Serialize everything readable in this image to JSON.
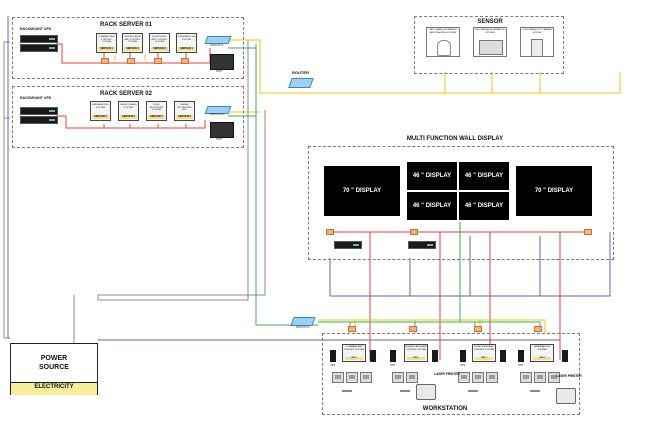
{
  "rack1": {
    "title": "RACK SERVER 01",
    "ups_label": "RACKMOUNT UPS",
    "servers": [
      {
        "desc": "COMMAND AND CONTROL SYSTEM",
        "tag": "SERVER 1"
      },
      {
        "desc": "SURVEILLANCE AND CONTROL SYSTEM",
        "tag": "SERVER 2"
      },
      {
        "desc": "MONITORING AND CONTROL SYSTEM",
        "tag": "SERVER 3"
      },
      {
        "desc": "INTEGRATED GIS SYSTEM",
        "tag": "SERVER 4"
      }
    ],
    "switch_label": "SWITCH 01",
    "monitor_label": "KVM"
  },
  "rack2": {
    "title": "RACK SERVER 02",
    "ups_label": "RACKMOUNT UPS",
    "servers": [
      {
        "desc": "DATA ANALYSIS SYSTEM",
        "tag": "SERVER 5"
      },
      {
        "desc": "DATA STORAGE SYSTEM",
        "tag": "SERVER 6"
      },
      {
        "desc": "VIDEO RECORDING SYSTEM",
        "tag": "SERVER 7"
      },
      {
        "desc": "RADAR PROCESSING UNIT",
        "tag": "SERVER 8"
      }
    ],
    "switch_label": "SWITCH 02",
    "monitor_label": "KVM"
  },
  "router_label": "ROUTER",
  "sensor": {
    "title": "SENSOR",
    "items": [
      {
        "desc": "FAST SEARCH SCANNING AND TRACKING SYSTEM"
      },
      {
        "desc": "MULTIMEDIA INFORMATION SYSTEM"
      },
      {
        "desc": "LONG RANGE PTZ CAMERA SYSTEM"
      }
    ]
  },
  "wall": {
    "title": "MULTI FUNCTION WALL DISPLAY",
    "left_display": "70 \" DISPLAY",
    "right_display": "70 \" DISPLAY",
    "grid": [
      "46 \" DISPLAY",
      "46 \" DISPLAY",
      "46 \" DISPLAY",
      "46 \" DISPLAY"
    ]
  },
  "switch3_label": "SWITCH 03",
  "power": {
    "title_line1": "POWER",
    "title_line2": "SOURCE",
    "footer": "ELECTRICITY"
  },
  "workstation": {
    "title": "WORKSTATION",
    "stations": [
      {
        "desc": "COMMAND AND CONTROL SYSTEM",
        "tag": "WS 1"
      },
      {
        "desc": "SURVEILLANCE AND CONTROL SYSTEM",
        "tag": "WS 2"
      },
      {
        "desc": "MONITORING AND CONTROL SYSTEM",
        "tag": "WS 3"
      },
      {
        "desc": "DATA ANALYSIS SYSTEM",
        "tag": "WS 4"
      }
    ],
    "ups_small": "UPS",
    "printer1": "LASER PRINTER",
    "printer2": "LASER PRINTER"
  },
  "colors": {
    "cable_red": "#e0403c",
    "cable_yellow": "#f2c318",
    "cable_green": "#3fae5a",
    "cable_purple": "#6f5fb0",
    "cable_gray": "#8e8e8e",
    "tag_yellow": "#f1e08b"
  }
}
